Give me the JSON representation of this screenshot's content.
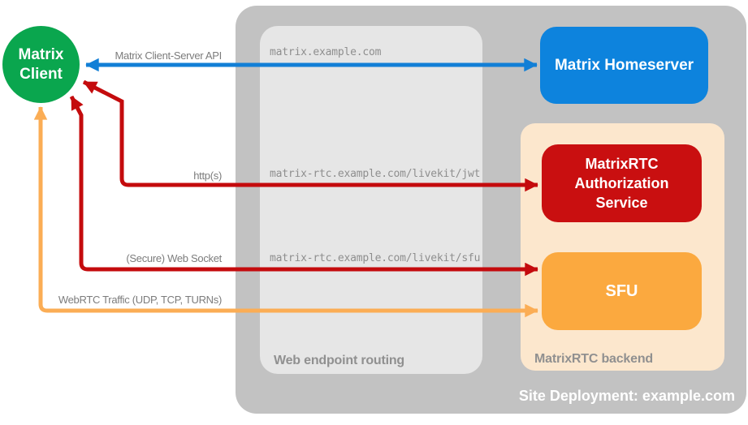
{
  "diagram": {
    "client": {
      "line1": "Matrix",
      "line2": "Client"
    },
    "homeserver_label": "Matrix Homeserver",
    "auth_service_label": "MatrixRTC Authorization Service",
    "sfu_label": "SFU",
    "routing_caption": "Web endpoint routing",
    "backend_caption": "MatrixRTC backend",
    "deployment_caption": "Site Deployment: example.com",
    "endpoints": {
      "homeserver": "matrix.example.com",
      "jwt": "matrix-rtc.example.com/livekit/jwt",
      "sfu": "matrix-rtc.example.com/livekit/sfu"
    },
    "connections": {
      "api": "Matrix Client-Server API",
      "http": "http(s)",
      "websocket": "(Secure) Web Socket",
      "webrtc": "WebRTC Traffic (UDP, TCP, TURNs)"
    },
    "colors": {
      "client_green": "#0aa64e",
      "homeserver_blue": "#0d83dd",
      "auth_red": "#c90f10",
      "sfu_orange": "#fba93f",
      "backend_cream": "#fce7cd",
      "container_gray": "#c2c2c2",
      "panel_gray": "#e6e6e6",
      "arrow_blue": "#127fd6",
      "arrow_red": "#c40b0d",
      "arrow_orange": "#fbad55",
      "label_gray": "#7c7c7c"
    }
  }
}
